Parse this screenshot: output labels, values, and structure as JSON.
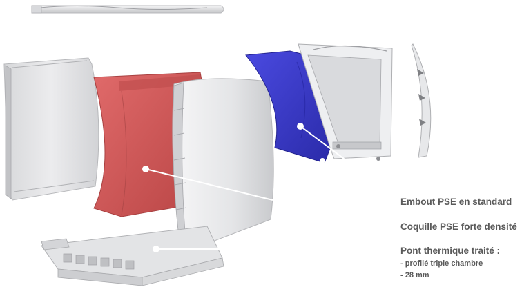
{
  "legend": {
    "endcap": "Embout PSE en standard",
    "shell": "Coquille PSE forte densité",
    "thermal_bridge": "Pont thermique traité :",
    "detail_1": "- profilé triple chambre",
    "detail_2": "- 28 mm"
  },
  "colors": {
    "endcap_insert": "#3636c9",
    "shell_insert": "#d25a5a",
    "profile": "#e9eaec",
    "callout_dot": "#ffffff",
    "text": "#5a5a5a"
  }
}
